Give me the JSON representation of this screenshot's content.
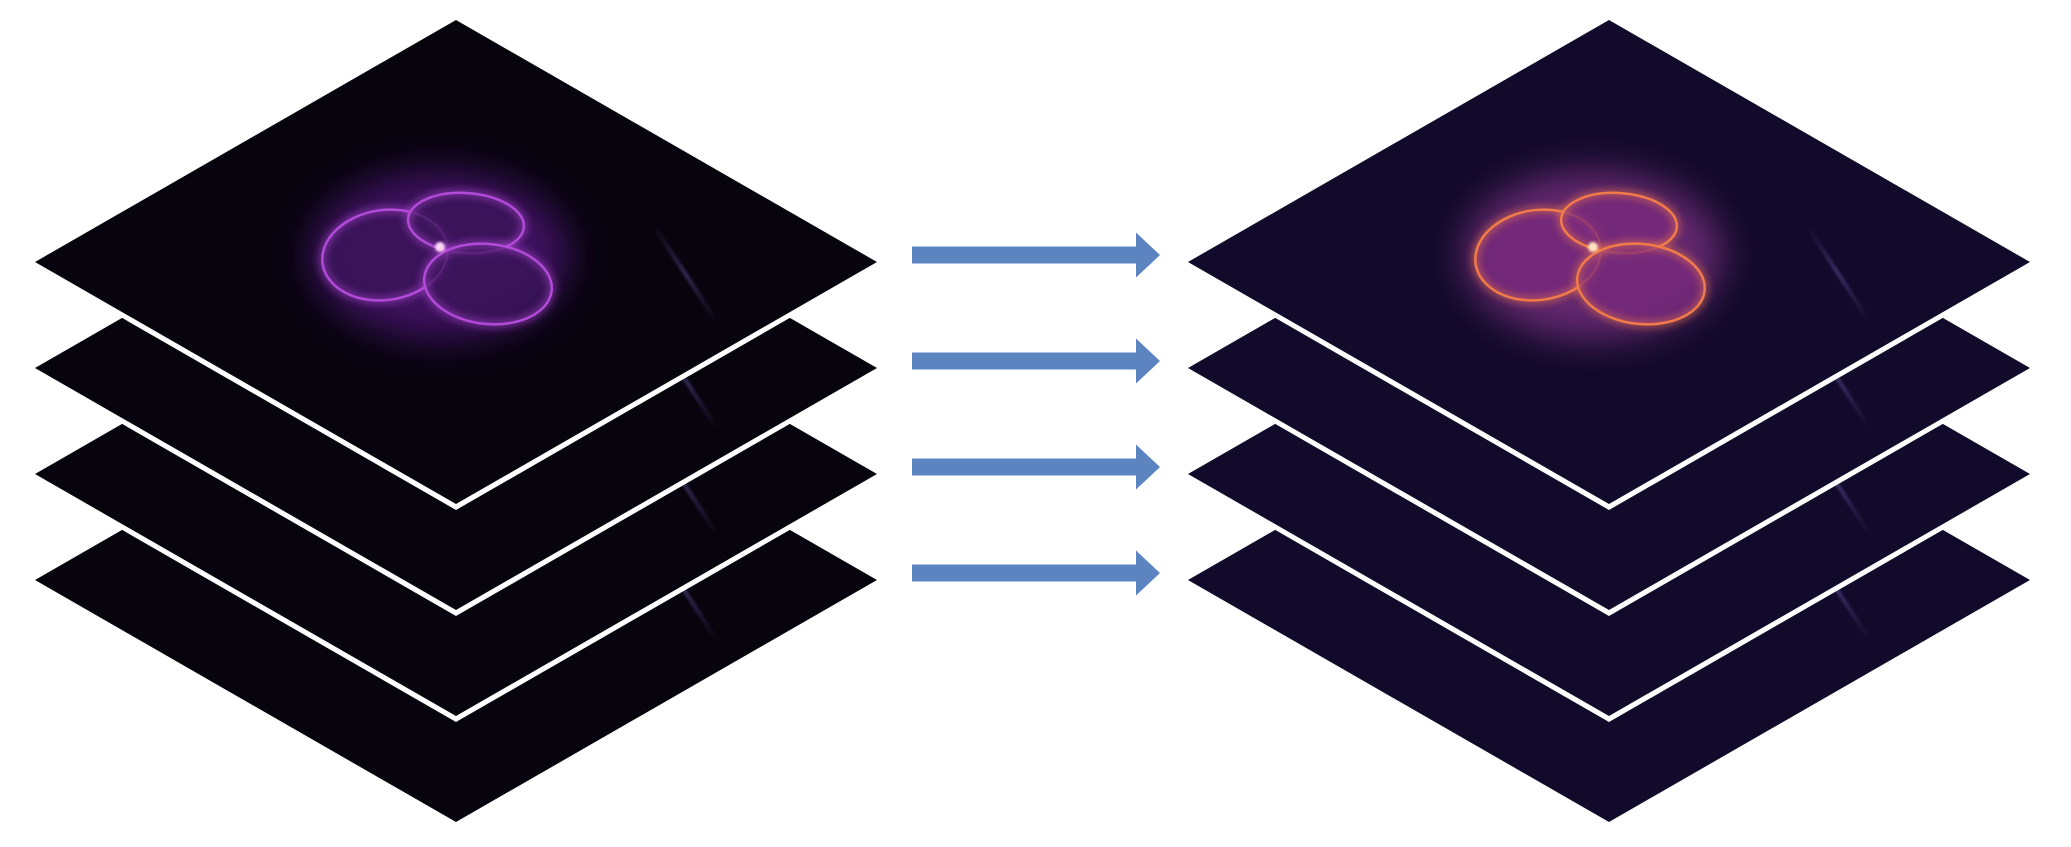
{
  "figure": {
    "kind": "image-stack-enhancement",
    "layers_per_stack": 4,
    "stacks": [
      {
        "role": "input",
        "plate_color": "#07040e",
        "cells_visible_on_top_layer": 3,
        "membrane_color": "#b24ad8",
        "membrane_highlight": "#ffd8f6",
        "glow_color": "#6a1fa0",
        "cell_fill_color": "#3a1458"
      },
      {
        "role": "output",
        "plate_color": "#120a2a",
        "cells_visible_on_top_layer": 3,
        "membrane_color": "#f07a4a",
        "membrane_highlight": "#ffe3c2",
        "glow_color": "#a73fa8",
        "cell_fill_color": "#7a2a7e"
      }
    ],
    "arrow_count": 4,
    "arrow_color": "#5b84c1",
    "background_color": "#ffffff"
  }
}
